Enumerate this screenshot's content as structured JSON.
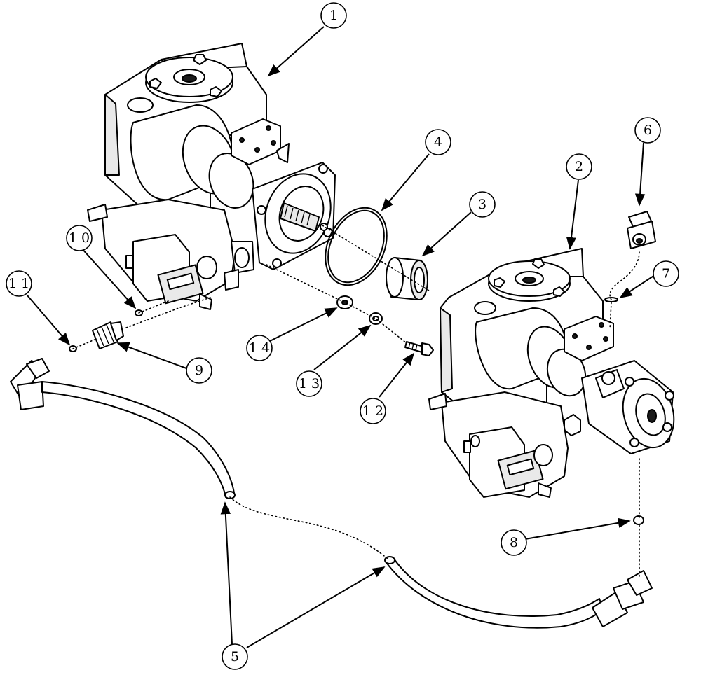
{
  "callouts": [
    {
      "id": "1",
      "label": "1"
    },
    {
      "id": "2",
      "label": "2"
    },
    {
      "id": "3",
      "label": "3"
    },
    {
      "id": "4",
      "label": "4"
    },
    {
      "id": "5",
      "label": "5"
    },
    {
      "id": "6",
      "label": "6"
    },
    {
      "id": "7",
      "label": "7"
    },
    {
      "id": "8",
      "label": "8"
    },
    {
      "id": "9",
      "label": "9"
    },
    {
      "id": "10",
      "label": "1 0"
    },
    {
      "id": "11",
      "label": "1 1"
    },
    {
      "id": "12",
      "label": "1 2"
    },
    {
      "id": "13",
      "label": "1 3"
    },
    {
      "id": "14",
      "label": "1 4"
    }
  ]
}
